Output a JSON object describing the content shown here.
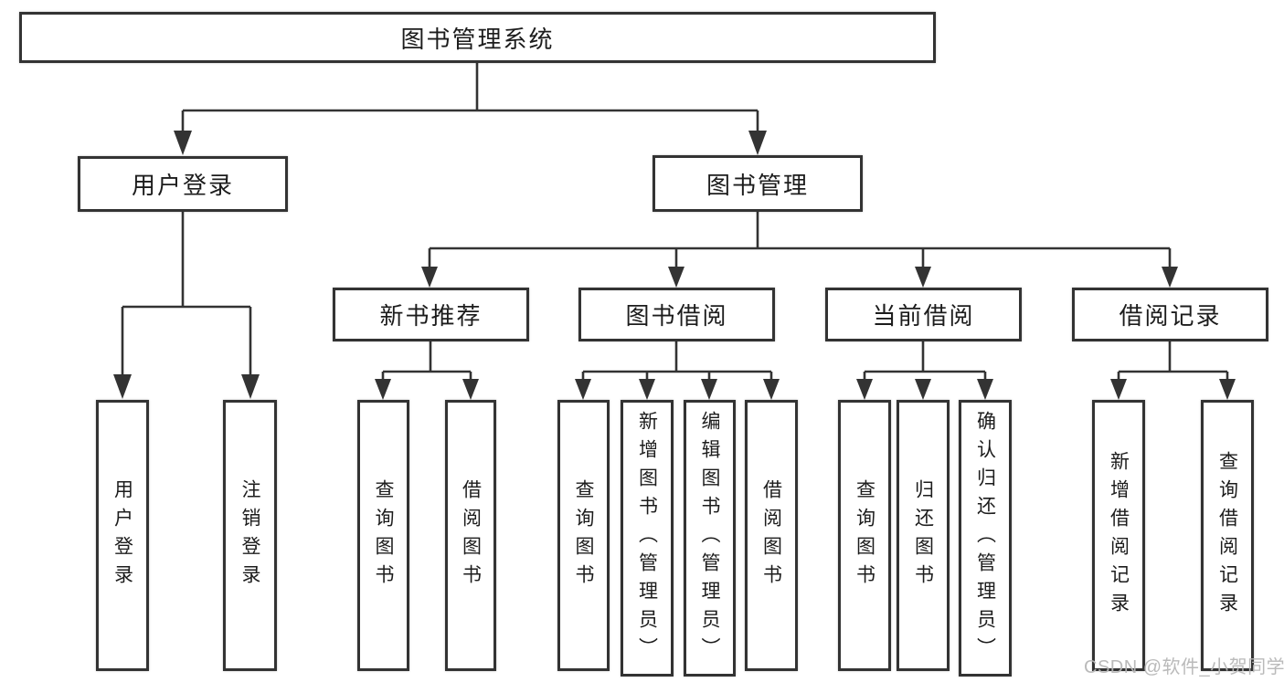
{
  "diagram": {
    "title": "图书管理系统",
    "root": {
      "label": "图书管理系统"
    },
    "level2": [
      {
        "label": "用户登录"
      },
      {
        "label": "图书管理"
      }
    ],
    "level3": [
      {
        "label": "新书推荐"
      },
      {
        "label": "图书借阅"
      },
      {
        "label": "当前借阅"
      },
      {
        "label": "借阅记录"
      }
    ],
    "leaves": {
      "user_login": [
        "用户登录",
        "注销登录"
      ],
      "new_recommend": [
        "查询图书",
        "借阅图书"
      ],
      "book_borrow": [
        "查询图书",
        "新增图书（管理员）",
        "编辑图书（管理员）",
        "借阅图书"
      ],
      "current_borrow": [
        "查询图书",
        "归还图书",
        "确认归还（管理员）"
      ],
      "borrow_records": [
        "新增借阅记录",
        "查询借阅记录"
      ]
    },
    "colors": {
      "line": "#333333",
      "box_border": "#333333",
      "text": "#1c1c1c",
      "watermark": "#b6b6b6"
    }
  },
  "watermark": {
    "text": "CSDN @软件_小贺同学"
  }
}
